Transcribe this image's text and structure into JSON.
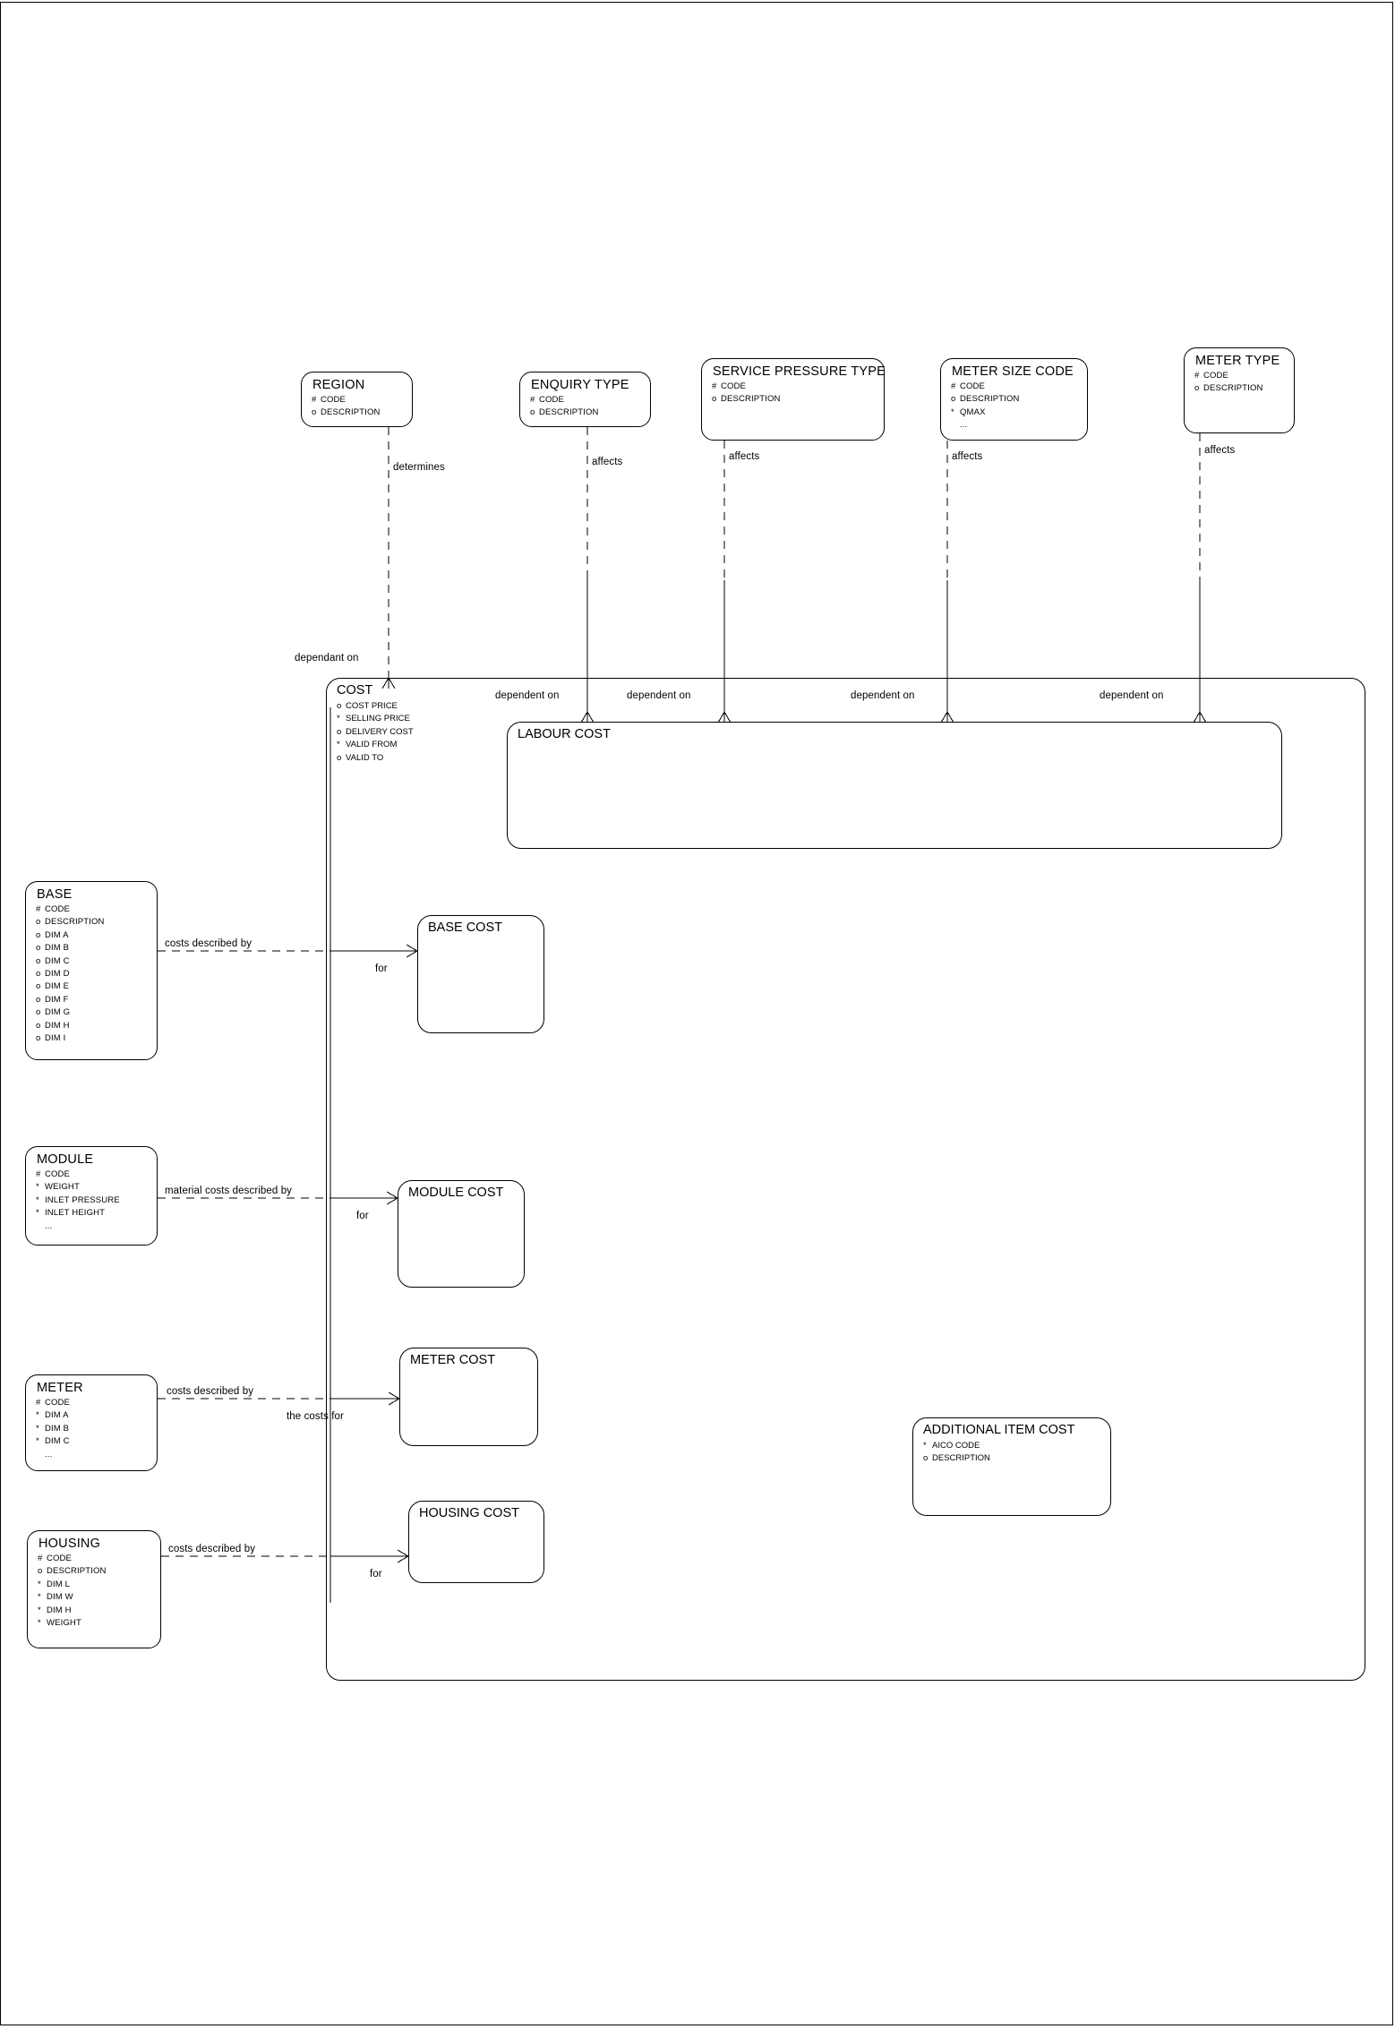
{
  "diagram": {
    "title": "Cost Entity Relationship Diagram",
    "notation": "barker",
    "stroke_color": "#000000",
    "background_color": "#ffffff"
  },
  "entities": {
    "region": {
      "name": "REGION",
      "attributes": [
        {
          "marker": "#",
          "label": "CODE"
        },
        {
          "marker": "o",
          "label": "DESCRIPTION"
        }
      ]
    },
    "enquiry_type": {
      "name": "ENQUIRY TYPE",
      "attributes": [
        {
          "marker": "#",
          "label": "CODE"
        },
        {
          "marker": "o",
          "label": "DESCRIPTION"
        }
      ]
    },
    "service_pressure_type": {
      "name": "SERVICE PRESSURE TYPE",
      "attributes": [
        {
          "marker": "#",
          "label": "CODE"
        },
        {
          "marker": "o",
          "label": "DESCRIPTION"
        }
      ]
    },
    "meter_size_code": {
      "name": "METER SIZE CODE",
      "attributes": [
        {
          "marker": "#",
          "label": "CODE"
        },
        {
          "marker": "o",
          "label": "DESCRIPTION"
        },
        {
          "marker": "*",
          "label": "QMAX"
        },
        {
          "marker": "",
          "label": "..."
        }
      ]
    },
    "meter_type": {
      "name": "METER TYPE",
      "attributes": [
        {
          "marker": "#",
          "label": "CODE"
        },
        {
          "marker": "o",
          "label": "DESCRIPTION"
        }
      ]
    },
    "cost": {
      "name": "COST",
      "attributes": [
        {
          "marker": "o",
          "label": "COST PRICE"
        },
        {
          "marker": "*",
          "label": "SELLING PRICE"
        },
        {
          "marker": "o",
          "label": "DELIVERY COST"
        },
        {
          "marker": "*",
          "label": "VALID FROM"
        },
        {
          "marker": "o",
          "label": "VALID TO"
        }
      ]
    },
    "labour_cost": {
      "name": "LABOUR COST",
      "attributes": []
    },
    "base": {
      "name": "BASE",
      "attributes": [
        {
          "marker": "#",
          "label": "CODE"
        },
        {
          "marker": "o",
          "label": "DESCRIPTION"
        },
        {
          "marker": "o",
          "label": "DIM A"
        },
        {
          "marker": "o",
          "label": "DIM B"
        },
        {
          "marker": "o",
          "label": "DIM C"
        },
        {
          "marker": "o",
          "label": "DIM D"
        },
        {
          "marker": "o",
          "label": "DIM E"
        },
        {
          "marker": "o",
          "label": "DIM F"
        },
        {
          "marker": "o",
          "label": "DIM G"
        },
        {
          "marker": "o",
          "label": "DIM H"
        },
        {
          "marker": "o",
          "label": "DIM I"
        }
      ]
    },
    "base_cost": {
      "name": "BASE COST",
      "attributes": []
    },
    "module": {
      "name": "MODULE",
      "attributes": [
        {
          "marker": "#",
          "label": "CODE"
        },
        {
          "marker": "*",
          "label": "WEIGHT"
        },
        {
          "marker": "*",
          "label": "INLET PRESSURE"
        },
        {
          "marker": "*",
          "label": "INLET HEIGHT"
        },
        {
          "marker": "",
          "label": "..."
        }
      ]
    },
    "module_cost": {
      "name": "MODULE COST",
      "attributes": []
    },
    "meter": {
      "name": "METER",
      "attributes": [
        {
          "marker": "#",
          "label": "CODE"
        },
        {
          "marker": "*",
          "label": "DIM A"
        },
        {
          "marker": "*",
          "label": "DIM B"
        },
        {
          "marker": "*",
          "label": "DIM C"
        },
        {
          "marker": "",
          "label": "..."
        }
      ]
    },
    "meter_cost": {
      "name": "METER COST",
      "attributes": []
    },
    "housing": {
      "name": "HOUSING",
      "attributes": [
        {
          "marker": "#",
          "label": "CODE"
        },
        {
          "marker": "o",
          "label": "DESCRIPTION"
        },
        {
          "marker": "*",
          "label": "DIM L"
        },
        {
          "marker": "*",
          "label": "DIM W"
        },
        {
          "marker": "*",
          "label": "DIM H"
        },
        {
          "marker": "*",
          "label": "WEIGHT"
        }
      ]
    },
    "housing_cost": {
      "name": "HOUSING COST",
      "attributes": []
    },
    "additional_item_cost": {
      "name": "ADDITIONAL ITEM COST",
      "attributes": [
        {
          "marker": "*",
          "label": "AICO CODE"
        },
        {
          "marker": "o",
          "label": "DESCRIPTION"
        }
      ]
    }
  },
  "relationship_labels": {
    "region_determines": "determines",
    "region_dependant_on": "dependant on",
    "enquiry_affects": "affects",
    "service_pressure_affects": "affects",
    "meter_size_affects": "affects",
    "meter_type_affects": "affects",
    "labour_dependent_on_1": "dependent on",
    "labour_dependent_on_2": "dependent on",
    "labour_dependent_on_3": "dependent on",
    "labour_dependent_on_4": "dependent on",
    "base_costs_described_by": "costs described by",
    "base_for": "for",
    "module_material_costs_described_by": "material costs described by",
    "module_for": "for",
    "meter_costs_described_by": "costs described by",
    "meter_the_costs_for": "the costs for",
    "housing_costs_described_by": "costs described by",
    "housing_for": "for"
  }
}
